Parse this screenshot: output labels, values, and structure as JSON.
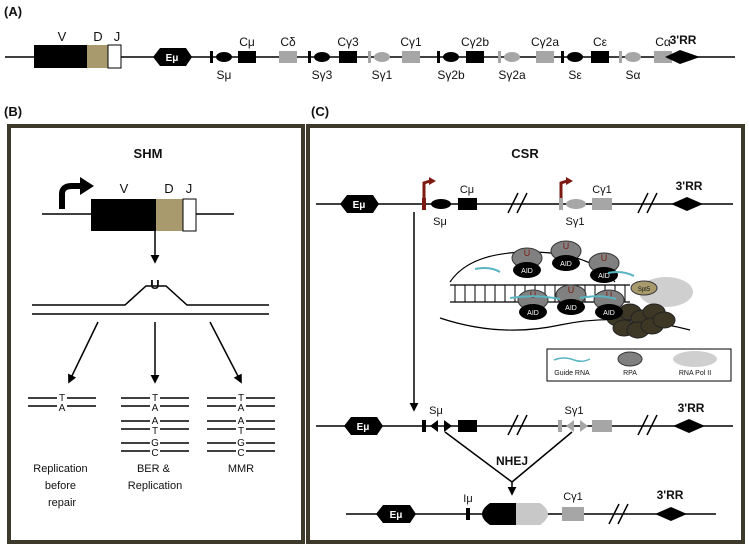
{
  "panel_a": {
    "tag": "(A)",
    "v": "V",
    "d": "D",
    "j": "J",
    "emu": "Eμ",
    "rr": "3'RR",
    "regions": [
      {
        "c": "Cμ",
        "s": "Sμ"
      },
      {
        "c": "Cδ",
        "s": ""
      },
      {
        "c": "Cγ3",
        "s": "Sγ3"
      },
      {
        "c": "Cγ1",
        "s": "Sγ1"
      },
      {
        "c": "Cγ2b",
        "s": "Sγ2b"
      },
      {
        "c": "Cγ2a",
        "s": "Sγ2a"
      },
      {
        "c": "Cε",
        "s": "Sε"
      },
      {
        "c": "Cα",
        "s": "Sα"
      }
    ]
  },
  "panel_b": {
    "tag": "(B)",
    "title": "SHM",
    "v": "V",
    "d": "D",
    "j": "J",
    "u": "U",
    "base_t": "T",
    "base_a": "A",
    "base_g": "G",
    "base_c": "C",
    "outcome_1": [
      "Replication",
      "before",
      "repair"
    ],
    "outcome_2": [
      "BER &",
      "Replication"
    ],
    "outcome_3": [
      "MMR"
    ]
  },
  "panel_c": {
    "tag": "(C)",
    "title": "CSR",
    "emu": "Eμ",
    "smu": "Sμ",
    "cmu": "Cμ",
    "sg1": "Sγ1",
    "cg1": "Cγ1",
    "rr": "3'RR",
    "aid": "AID",
    "u": "U",
    "spt5": "Spt5",
    "legend": [
      "Guide RNA",
      "RPA",
      "RNA Pol II"
    ],
    "nhej": "NHEJ",
    "imu": "Iμ"
  },
  "colors": {
    "d_segment": "#a99a6d",
    "gray_exon": "#a6a6a6",
    "frame": "#3d3a2c",
    "promoter": "#7d1b12",
    "guide_rna": "#5ab5c2",
    "rpa": "#808080",
    "polii": "#cfcfcf",
    "nucleosome": "#3d3826"
  }
}
